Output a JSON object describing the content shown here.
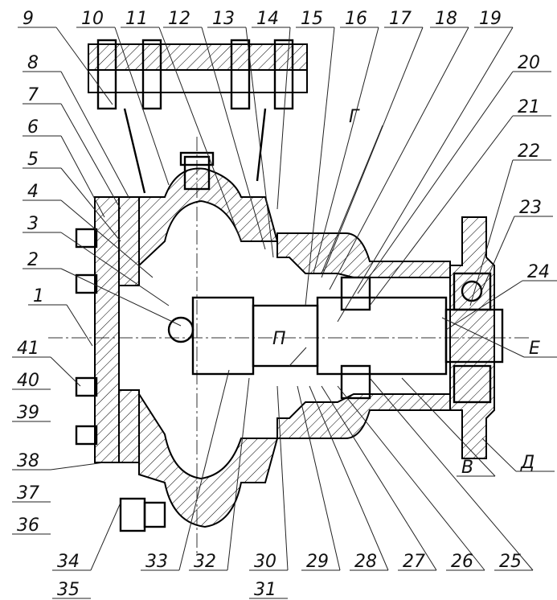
{
  "drawing": {
    "title_callouts": {
      "c1": "1",
      "c2": "2",
      "c3": "3",
      "c4": "4",
      "c5": "5",
      "c6": "6",
      "c7": "7",
      "c8": "8",
      "c9": "9",
      "c10": "10",
      "c11": "11",
      "c12": "12",
      "c13": "13",
      "c14": "14",
      "c15": "15",
      "c16": "16",
      "c17": "17",
      "c18": "18",
      "c19": "19",
      "c20": "20",
      "c21": "21",
      "c22": "22",
      "c23": "23",
      "c24": "24",
      "c25": "25",
      "c26": "26",
      "c27": "27",
      "c28": "28",
      "c29": "29",
      "c30": "30",
      "c31": "31",
      "c32": "32",
      "c33": "33",
      "c34": "34",
      "c35": "35",
      "c36": "36",
      "c37": "37",
      "c38": "38",
      "c39": "39",
      "c40": "40",
      "c41": "41"
    },
    "section_labels": {
      "G": "Г",
      "P": "П",
      "E": "Е",
      "D": "Д",
      "V": "В"
    }
  }
}
